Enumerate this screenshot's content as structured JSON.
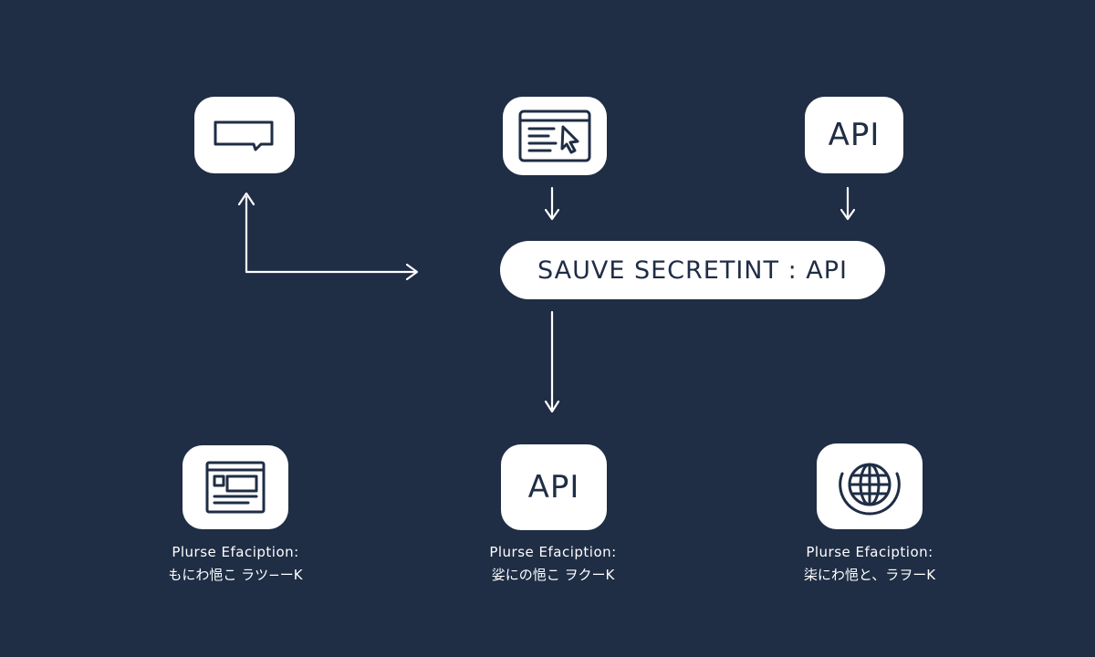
{
  "diagram": {
    "top_nodes": [
      {
        "id": "chat",
        "icon": "chat-bubble-icon",
        "label": ""
      },
      {
        "id": "browser",
        "icon": "browser-cursor-icon",
        "label": ""
      },
      {
        "id": "api-top",
        "icon": "",
        "label": "API"
      }
    ],
    "center": {
      "label": "SAUVE SECRETINT : API"
    },
    "bottom_nodes": [
      {
        "id": "document",
        "icon": "document-window-icon",
        "label": "",
        "caption_title": "Plurse Efaciption:",
        "caption_sub": "もにわ悒こ ラツ−ーK"
      },
      {
        "id": "api-bottom",
        "icon": "",
        "label": "API",
        "caption_title": "Plurse Efaciption:",
        "caption_sub": "娑にの悒こ ヲクーK"
      },
      {
        "id": "globe",
        "icon": "globe-icon",
        "label": "",
        "caption_title": "Plurse Efaciption:",
        "caption_sub": "柒にわ悒と、ラヲーK"
      }
    ],
    "colors": {
      "background": "#1f2d45",
      "node_fill": "#ffffff",
      "ink": "#1f2d45",
      "connector": "#ffffff"
    }
  }
}
